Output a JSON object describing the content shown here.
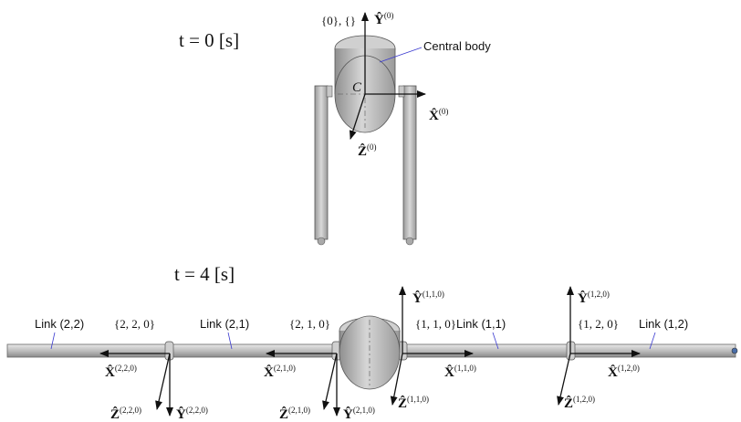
{
  "titles": {
    "t0": "t = 0 [s]",
    "t4": "t = 4 [s]"
  },
  "body_labels": {
    "central_body": "Central body",
    "origin": "C"
  },
  "frames_top": {
    "set": "{0}, {}",
    "y_axis": {
      "base": "Ŷ",
      "sup": "(0)"
    },
    "x_axis": {
      "base": "X̂",
      "sup": "(0)"
    },
    "z_axis": {
      "base": "Ẑ",
      "sup": "(0)"
    }
  },
  "links": {
    "l22": "Link (2,2)",
    "l21": "Link (2,1)",
    "l11": "Link (1,1)",
    "l12": "Link (1,2)"
  },
  "frame_sets": {
    "f220": "{2, 2, 0}",
    "f210": "{2, 1, 0}",
    "f110": "{1, 1, 0}",
    "f120": "{1, 2, 0}"
  },
  "axes_bottom": {
    "x220": {
      "base": "X̂",
      "sup": "(2,2,0)"
    },
    "z220": {
      "base": "Ẑ",
      "sup": "(2,2,0)"
    },
    "y220": {
      "base": "Ŷ",
      "sup": "(2,2,0)"
    },
    "x210": {
      "base": "X̂",
      "sup": "(2,1,0)"
    },
    "z210": {
      "base": "Ẑ",
      "sup": "(2,1,0)"
    },
    "y210": {
      "base": "Ŷ",
      "sup": "(2,1,0)"
    },
    "y110": {
      "base": "Ŷ",
      "sup": "(1,1,0)"
    },
    "x110": {
      "base": "X̂",
      "sup": "(1,1,0)"
    },
    "z110": {
      "base": "Ẑ",
      "sup": "(1,1,0)"
    },
    "y120": {
      "base": "Ŷ",
      "sup": "(1,2,0)"
    },
    "x120": {
      "base": "X̂",
      "sup": "(1,2,0)"
    },
    "z120": {
      "base": "Ẑ",
      "sup": "(1,2,0)"
    }
  }
}
